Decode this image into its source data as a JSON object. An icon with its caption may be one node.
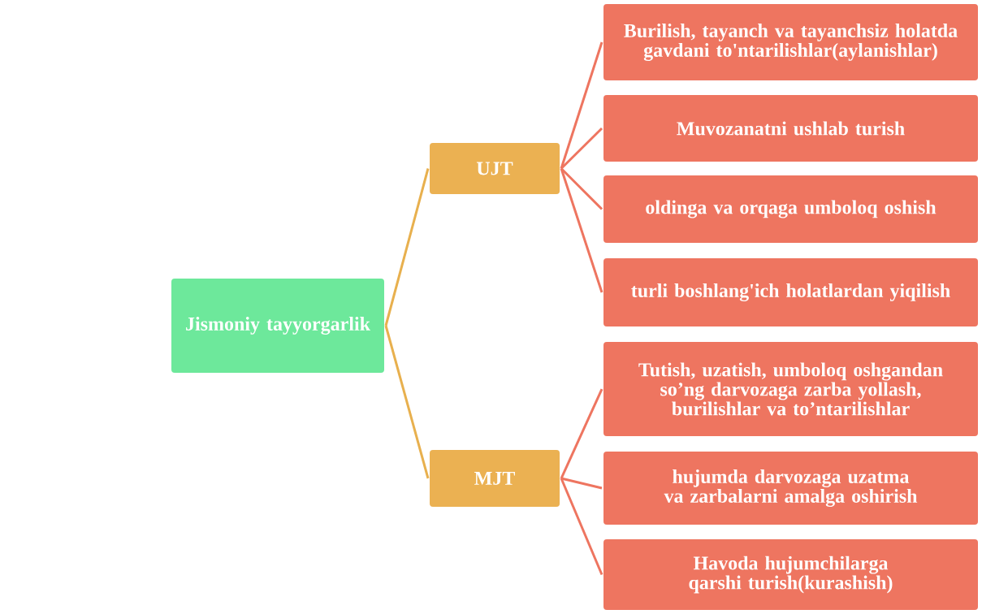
{
  "diagram": {
    "nodes": [
      {
        "text": [
          "Jismoniy tayyorgarlik"
        ]
      },
      {
        "text": [
          "UJT"
        ]
      },
      {
        "text": [
          "MJT"
        ]
      },
      {
        "text": [
          "Burilish, tayanch va tayanchsiz holatda gavdani to'ntarilishlar(aylanishlar)"
        ]
      },
      {
        "text": [
          "Muvozanatni ushlab turish"
        ]
      },
      {
        "text": [
          "oldinga va orqaga umboloq oshish"
        ]
      },
      {
        "text": [
          "turli boshlang'ich holatlardan yiqilish"
        ]
      },
      {
        "text": [
          "Tutish, uzatish, umboloq oshgandan so’ng darvozaga zarba yollash, burilishlar va to’ntarilishlar"
        ]
      },
      {
        "text": [
          "hujumda darvozaga uzatma va zarbalarni amalga oshirish"
        ]
      },
      {
        "text": [
          "Havoda hujumchilarga qarshi turish(kurashish)"
        ]
      }
    ],
    "edges": [
      {
        "from": 0,
        "to": 1,
        "arrow": "none",
        "color": "#e8b04e"
      },
      {
        "from": 0,
        "to": 2,
        "arrow": "none",
        "color": "#e8b04e"
      },
      {
        "from": 1,
        "to": 3,
        "arrow": "none"
      },
      {
        "from": 1,
        "to": 4,
        "arrow": "none"
      },
      {
        "from": 1,
        "to": 5,
        "arrow": "none"
      },
      {
        "from": 1,
        "to": 6,
        "arrow": "none"
      },
      {
        "from": 2,
        "to": 7,
        "arrow": "none"
      },
      {
        "from": 2,
        "to": 8,
        "arrow": "none"
      },
      {
        "from": 2,
        "to": 9,
        "arrow": "none"
      }
    ]
  }
}
